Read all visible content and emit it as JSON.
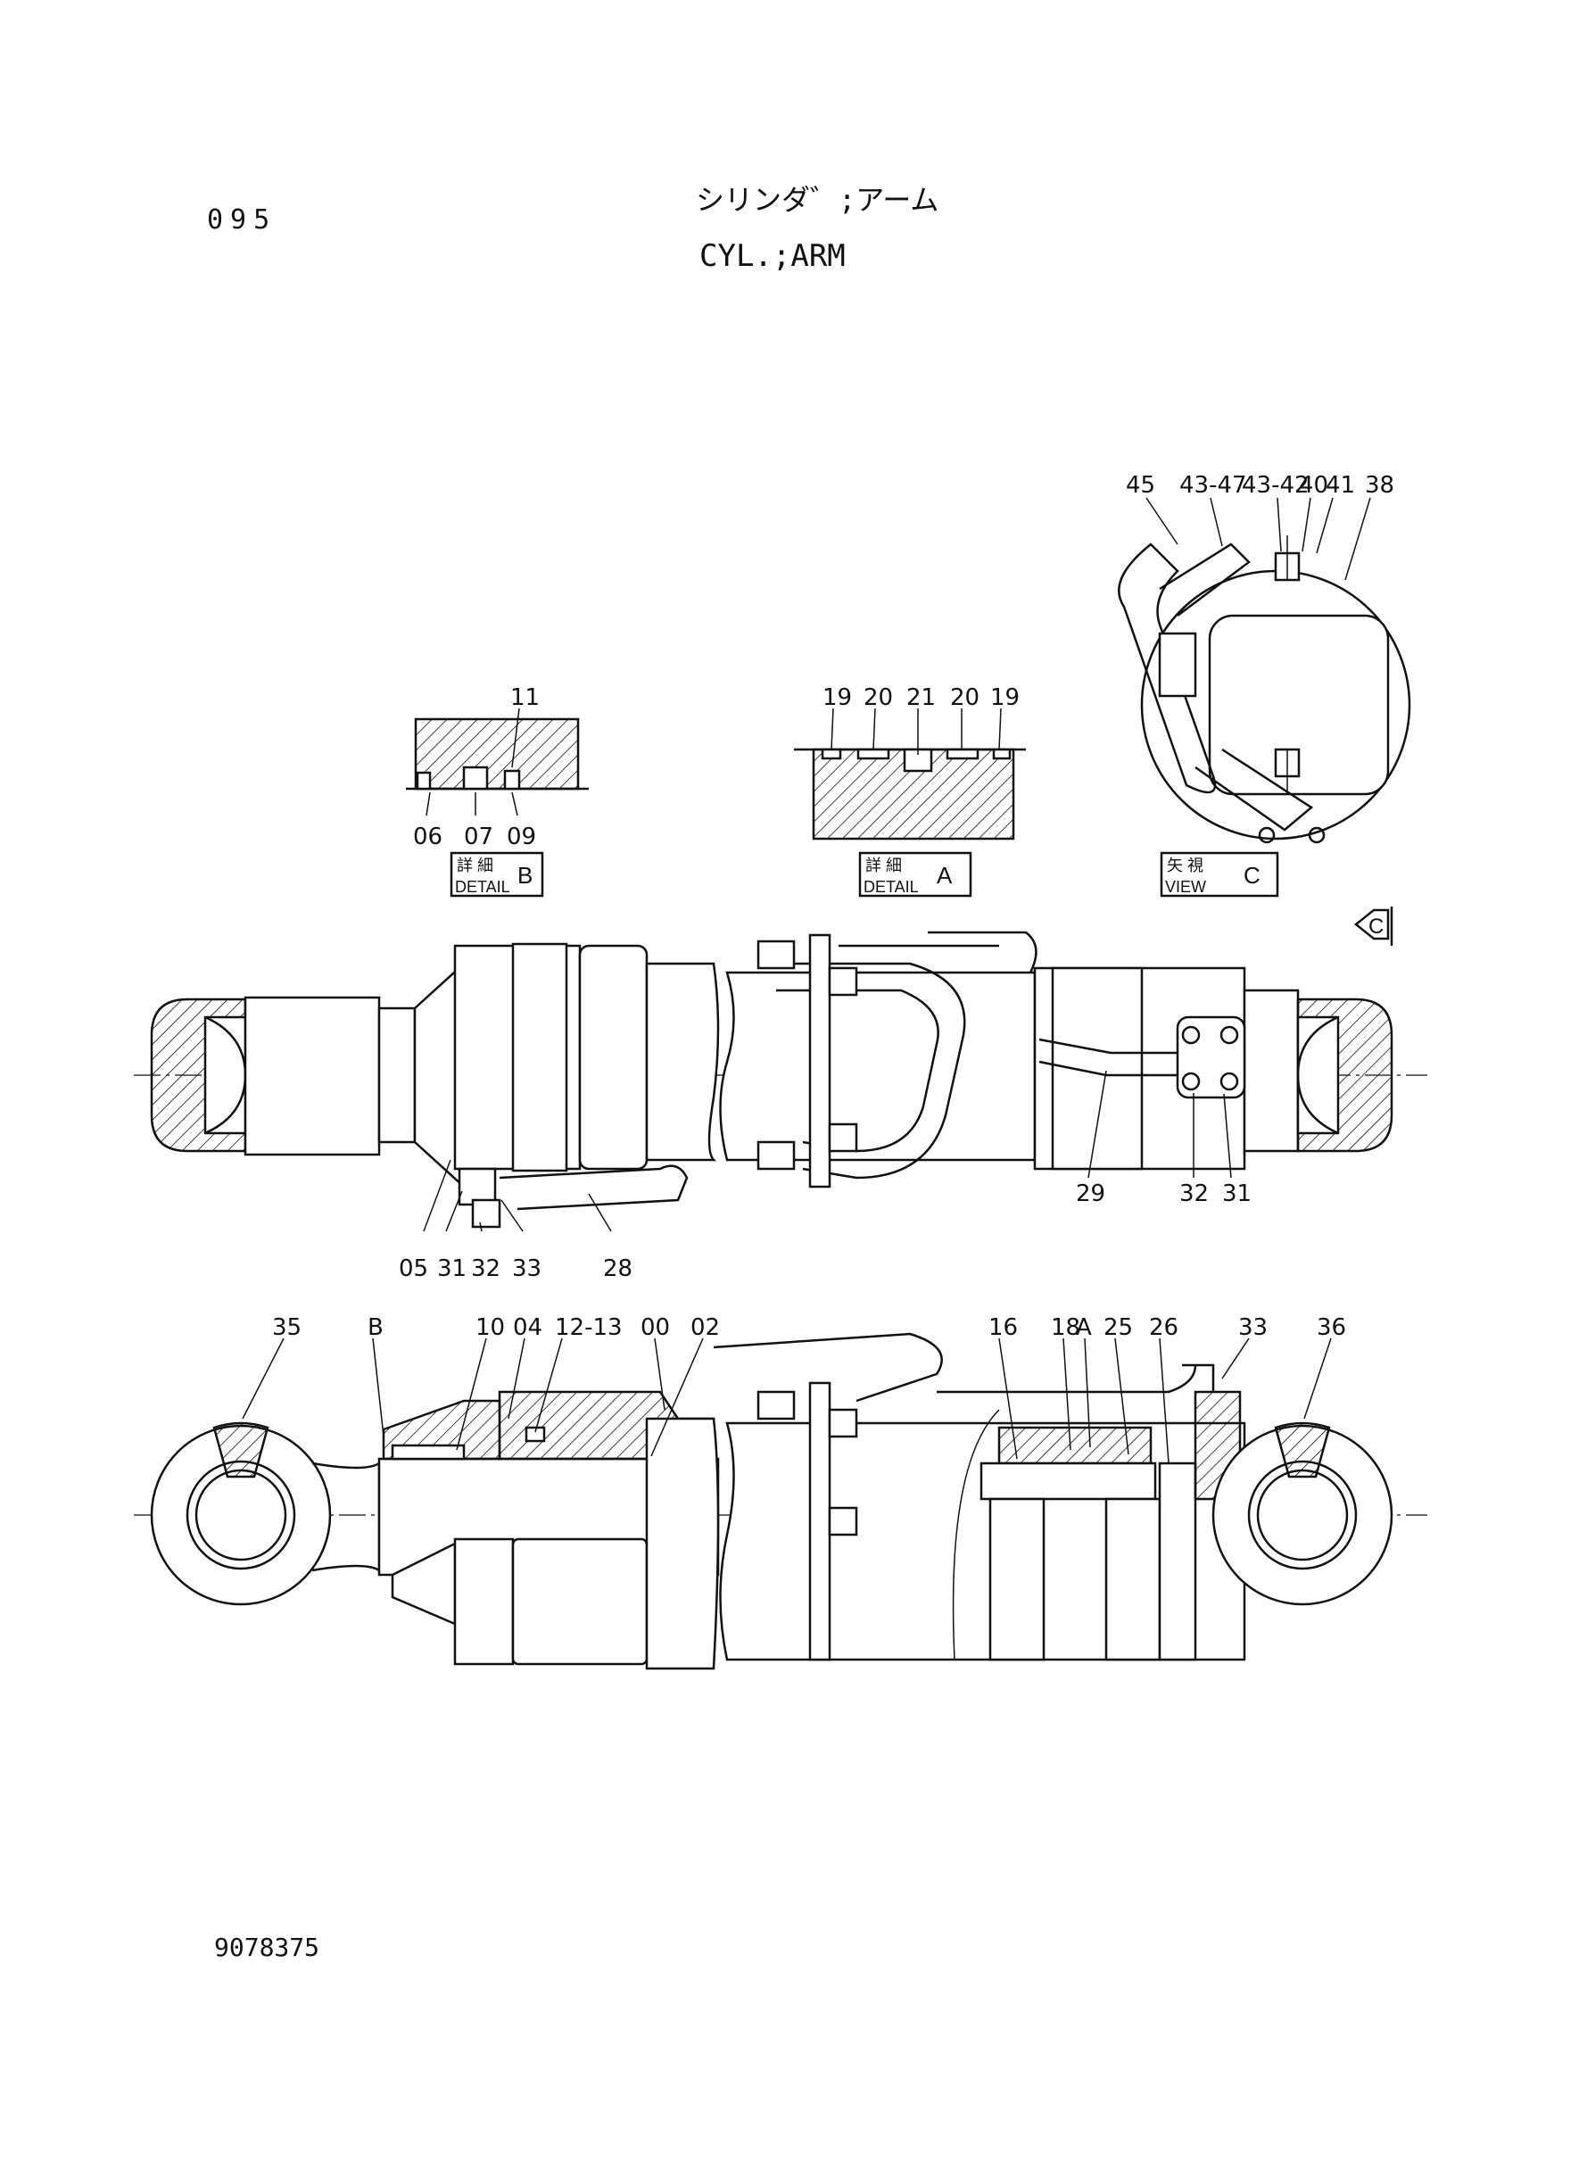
{
  "header": {
    "page_number": "095",
    "title_jp": "シリンダ゛;アーム",
    "title_en": "CYL.;ARM"
  },
  "footer": {
    "drawing_number": "9078375"
  },
  "detail_boxes": {
    "detail_b": {
      "jp": "詳 細",
      "en": "DETAIL",
      "letter": "B"
    },
    "detail_a": {
      "jp": "詳 細",
      "en": "DETAIL",
      "letter": "A"
    },
    "view_c": {
      "jp": "矢 視",
      "en": "VIEW",
      "letter": "C"
    }
  },
  "view_arrow_label": "C",
  "callouts": {
    "detail_b": [
      "11",
      "06",
      "07",
      "09"
    ],
    "detail_a": [
      "19",
      "20",
      "21",
      "20",
      "19"
    ],
    "view_c": [
      "45",
      "43-47",
      "43-42",
      "40",
      "41",
      "38"
    ],
    "top_cylinder": [
      "05",
      "31",
      "32",
      "33",
      "28",
      "29",
      "32",
      "31"
    ],
    "bottom_cylinder": [
      "35",
      "B",
      "10",
      "04",
      "12-13",
      "00",
      "02",
      "16",
      "18",
      "A",
      "25",
      "26",
      "33",
      "36"
    ]
  }
}
